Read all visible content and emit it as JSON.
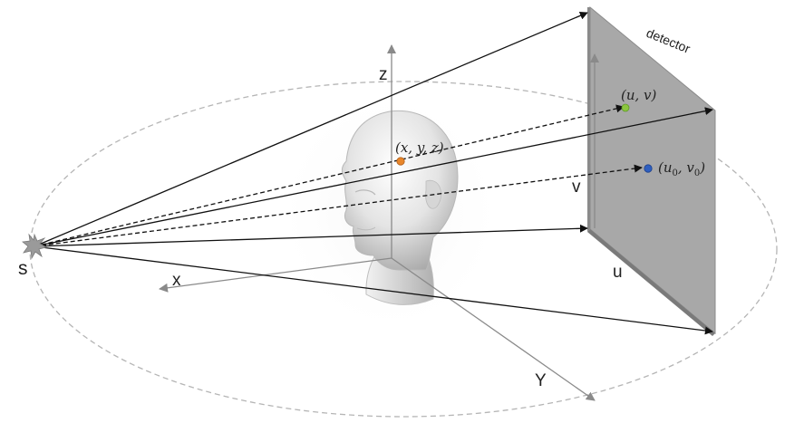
{
  "labels": {
    "source": "s",
    "detector": "detector",
    "axis_z": "z",
    "axis_x": "x",
    "axis_y": "Y",
    "axis_u": "u",
    "axis_v": "v",
    "point_xyz": "(x, y, z)",
    "point_uv": "(u, v)",
    "point_u0v0_open": "(u",
    "point_u0v0_sub0a": "0",
    "point_u0v0_mid": ", v",
    "point_u0v0_sub0b": "0",
    "point_u0v0_close": ")"
  },
  "colors": {
    "arrow": "#111111",
    "axis": "#8a8a8a",
    "orbit": "#b5b5b5",
    "detector_face": "#a8a8a8",
    "detector_edge": "#7a7a7a",
    "point_xyz": "#e8862a",
    "point_uv": "#8cc63f",
    "point_u0v0": "#2f5fbf"
  },
  "icons": {
    "source": "star-burst-icon",
    "object": "mannequin-head-icon"
  }
}
